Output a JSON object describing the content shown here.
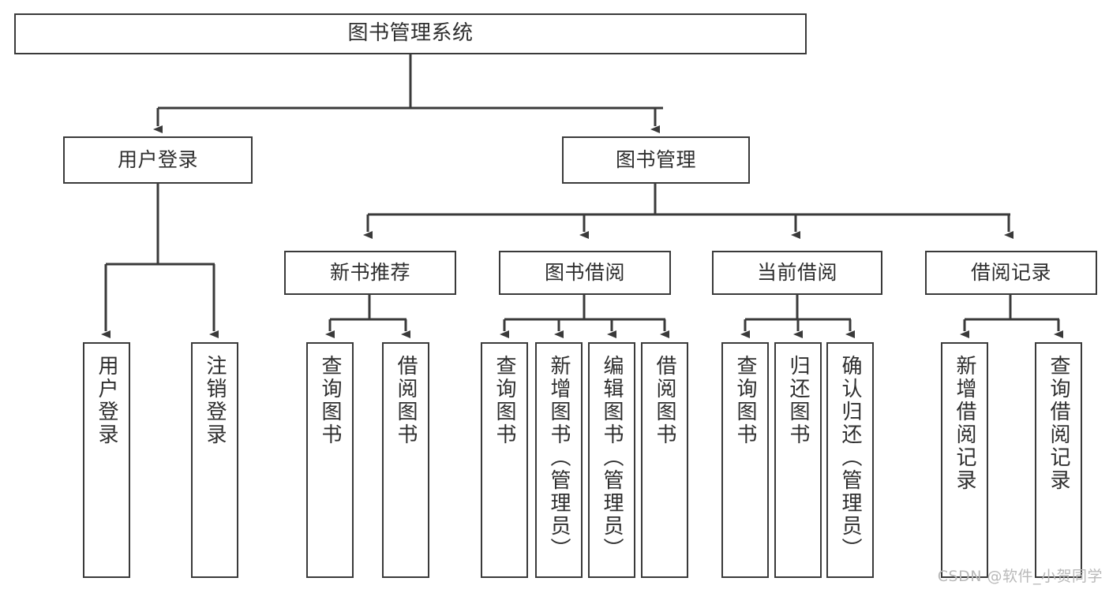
{
  "diagram": {
    "title": "图书管理系统",
    "type": "tree-hierarchy-chart",
    "watermark": "CSDN @软件_小贺同学",
    "colors": {
      "stroke": "#3a3a3a",
      "text": "#2e2e2e",
      "background": "#ffffff",
      "watermark": "#b9b9b9"
    }
  },
  "nodes": {
    "root": {
      "label": "图书管理系统"
    },
    "level2": [
      {
        "label": "用户登录"
      },
      {
        "label": "图书管理"
      }
    ],
    "level3": [
      {
        "label": "新书推荐"
      },
      {
        "label": "图书借阅"
      },
      {
        "label": "当前借阅"
      },
      {
        "label": "借阅记录"
      }
    ],
    "leaves": {
      "user_login": [
        {
          "label": "用户登录"
        },
        {
          "label": "注销登录"
        }
      ],
      "new_book_recommend": [
        {
          "label": "查询图书"
        },
        {
          "label": "借阅图书"
        }
      ],
      "book_borrow": [
        {
          "label": "查询图书"
        },
        {
          "label": "新增图书（管理员）"
        },
        {
          "label": "编辑图书（管理员）"
        },
        {
          "label": "借阅图书"
        }
      ],
      "current_borrow": [
        {
          "label": "查询图书"
        },
        {
          "label": "归还图书"
        },
        {
          "label": "确认归还（管理员）"
        }
      ],
      "borrow_record": [
        {
          "label": "新增借阅记录"
        },
        {
          "label": "查询借阅记录"
        }
      ]
    }
  }
}
